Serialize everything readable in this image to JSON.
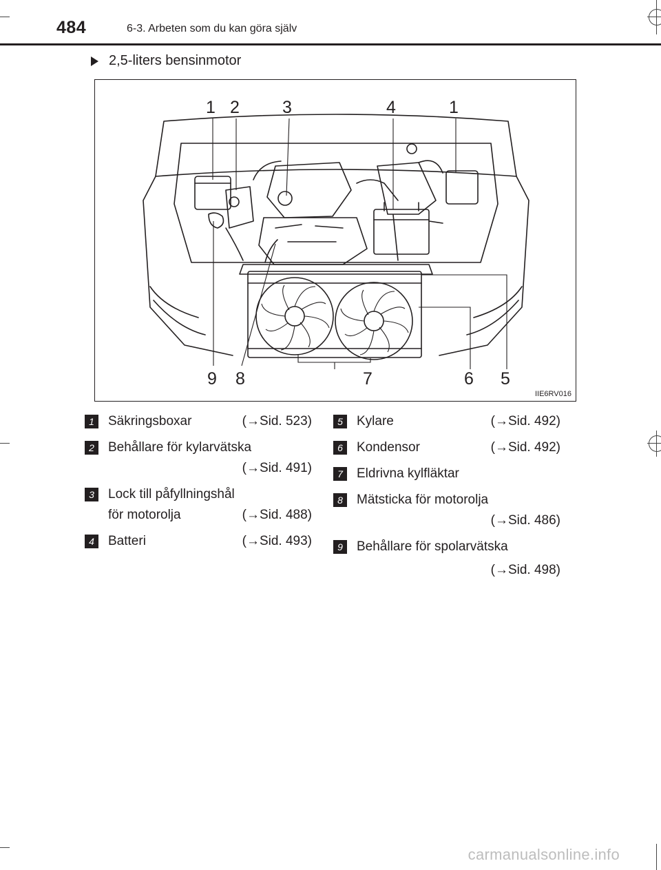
{
  "header": {
    "page_number": "484",
    "chapter_title": "6-3. Arbeten som du kan göra själv"
  },
  "section": {
    "heading": "2,5-liters bensinmotor"
  },
  "figure": {
    "code": "IIE6RV016",
    "callouts_top": [
      "1",
      "2",
      "3",
      "4",
      "1"
    ],
    "callouts_bottom": [
      "9",
      "8",
      "7",
      "6",
      "5"
    ]
  },
  "legend": {
    "left": [
      {
        "num": "1",
        "lines": [
          {
            "text": "Säkringsboxar",
            "ref": "(→Sid. 523)"
          }
        ]
      },
      {
        "num": "2",
        "lines": [
          {
            "text": "Behållare för kylarvätska",
            "ref": ""
          },
          {
            "text": "",
            "ref": "(→Sid. 491)"
          }
        ]
      },
      {
        "num": "3",
        "lines": [
          {
            "text": "Lock till påfyllningshål",
            "ref": ""
          },
          {
            "text": "för motorolja",
            "ref": "(→Sid. 488)"
          }
        ]
      },
      {
        "num": "4",
        "lines": [
          {
            "text": "Batteri",
            "ref": "(→Sid. 493)"
          }
        ]
      }
    ],
    "right": [
      {
        "num": "5",
        "lines": [
          {
            "text": "Kylare",
            "ref": "(→Sid. 492)"
          }
        ]
      },
      {
        "num": "6",
        "lines": [
          {
            "text": "Kondensor",
            "ref": "(→Sid. 492)"
          }
        ]
      },
      {
        "num": "7",
        "lines": [
          {
            "text": "Eldrivna kylfläktar",
            "ref": ""
          }
        ]
      },
      {
        "num": "8",
        "lines": [
          {
            "text": "Mätsticka för motorolja",
            "ref": ""
          },
          {
            "text": "",
            "ref": "(→Sid. 486)"
          }
        ]
      },
      {
        "num": "9",
        "lines": [
          {
            "text": "Behållare för spolarvätska",
            "ref": ""
          },
          {
            "text": "",
            "ref": "(→Sid. 498)"
          }
        ]
      }
    ]
  },
  "watermark": "carmanualsonline.info"
}
